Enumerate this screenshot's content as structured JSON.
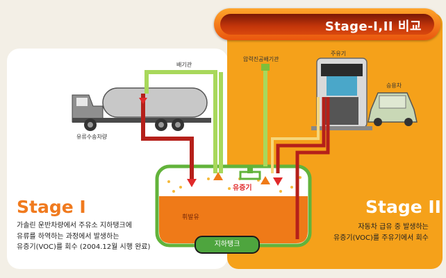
{
  "title": "Stage-I,II 비교",
  "labels": {
    "exhaust_pipe": "배기관",
    "tanker_truck": "유류수송차량",
    "pressure_vent": "압력진공배기관",
    "dispenser": "주유기",
    "car": "승용차",
    "vapor": "유증기",
    "gasoline": "휘발유",
    "underground_tank": "지하탱크"
  },
  "stage1": {
    "title": "Stage I",
    "lines": [
      "가솔린 운반차량에서 주유소 지하탱크에",
      "유류를 하역하는 과정에서 발생하는",
      "유증기(VOC)를 회수 (2004.12월 시행 완료)"
    ]
  },
  "stage2": {
    "title": "Stage II",
    "lines": [
      "자동차 급유 중 발생하는",
      "유증기(VOC)를 주유기에서 회수"
    ]
  },
  "colors": {
    "stage1_title": "#f07a1e",
    "stage2_title": "#ffffff",
    "right_panel": "#f5a11a",
    "title_bar": "#d9480e",
    "gasoline": "#ef7a18",
    "vapor_label": "#e0292a",
    "pipe_red": "#b5201a",
    "pipe_green": "#8ac83c"
  }
}
